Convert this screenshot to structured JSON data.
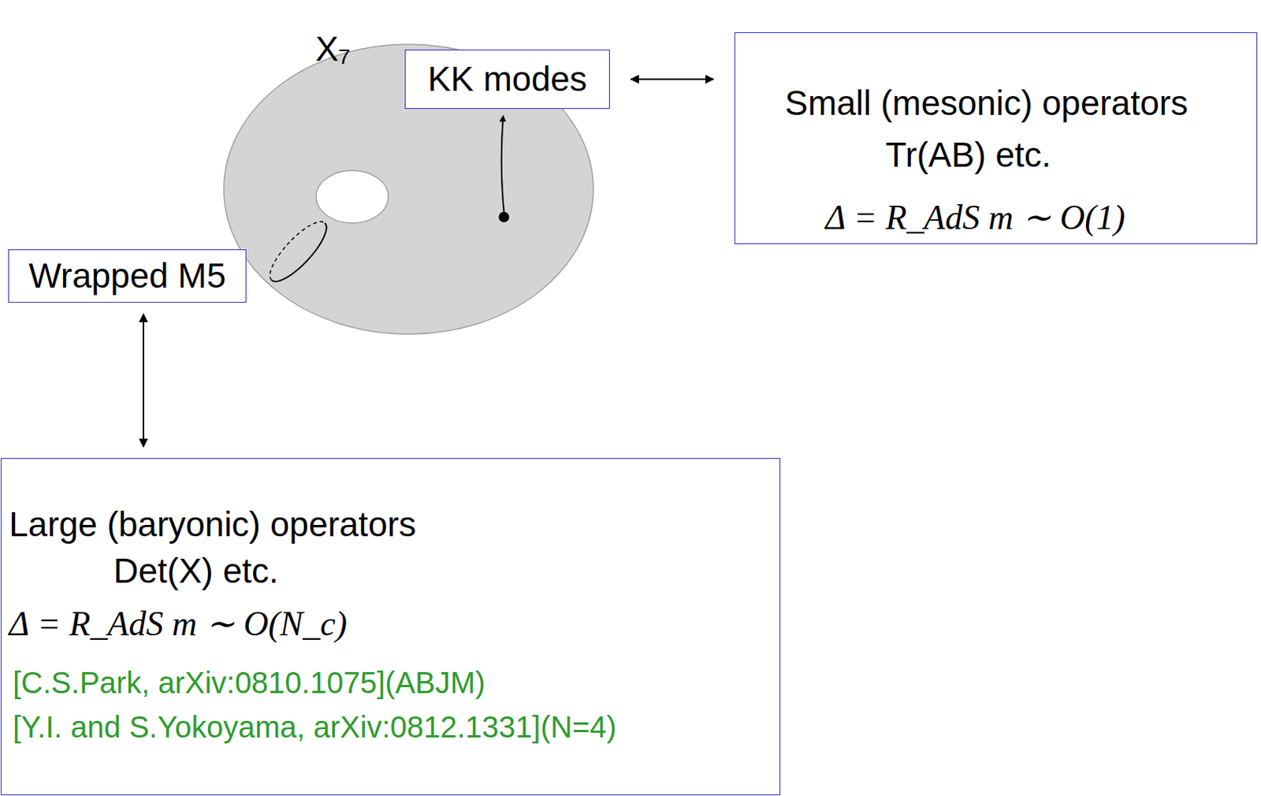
{
  "diagram": {
    "nodes": [
      {
        "text": [
          "KK modes"
        ]
      },
      {
        "text": [
          "Small (mesonic) operators",
          "Tr(AB) etc.",
          "Δ = R_AdS m ∼ O(1)"
        ]
      },
      {
        "text": [
          "Wrapped M5"
        ]
      },
      {
        "text": [
          "Large (baryonic) operators",
          "Det(X) etc.",
          "Δ = R_AdS m ∼ O(N_c)",
          "[C.S.Park, arXiv:0810.1075](ABJM)",
          "[Y.I. and S.Yokoyama, arXiv:0812.1331](N=4)"
        ]
      }
    ],
    "edges": [
      {
        "from": 0,
        "to": 1,
        "arrow": "both"
      },
      {
        "from": 2,
        "to": 3,
        "arrow": "both"
      }
    ],
    "labels": [
      "X₇"
    ]
  }
}
